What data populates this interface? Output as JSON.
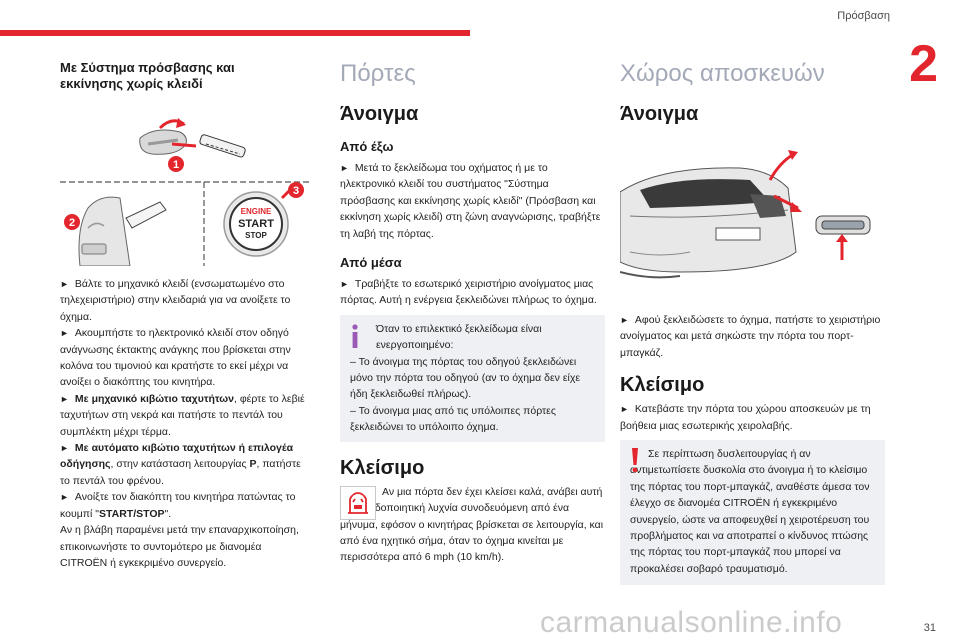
{
  "header": {
    "section_title": "Πρόσβαση",
    "chapter_number": "2",
    "page_number": "31"
  },
  "col1": {
    "heading": "Με Σύστημα πρόσβασης και εκκίνησης χωρίς κλειδί",
    "figure": {
      "callout_1": "1",
      "callout_2": "2",
      "callout_3": "3",
      "button_line1": "ENGINE",
      "button_line2": "START",
      "button_line3": "STOP"
    },
    "p1": "Βάλτε το μηχανικό κλειδί (ενσωματωμένο στο τηλεχειριστήριο) στην κλειδαριά για να ανοίξετε το όχημα.",
    "p2": "Ακουμπήστε το ηλεκτρονικό κλειδί στον οδηγό ανάγνωσης έκτακτης ανάγκης που βρίσκεται στην κολόνα του τιμονιού και κρατήστε το εκεί μέχρι να ανοίξει ο διακόπτης του κινητήρα.",
    "p3_bold": "Με μηχανικό κιβώτιο ταχυτήτων",
    "p3_rest": ", φέρτε το λεβιέ ταχυτήτων στη νεκρά και πατήστε το πεντάλ του συμπλέκτη μέχρι τέρμα.",
    "p4_bold": "Με αυτόματο κιβώτιο ταχυτήτων ή επιλογέα οδήγησης",
    "p4_mid": ", στην κατάσταση λειτουργίας ",
    "p4_P": "P",
    "p4_rest": ", πατήστε το πεντάλ του φρένου.",
    "p5_pre": "Ανοίξτε τον διακόπτη του κινητήρα πατώντας το κουμπί \"",
    "p5_bold": "START/STOP",
    "p5_post": "\".",
    "p6": "Αν η βλάβη παραμένει μετά την επαναρχικοποίηση, επικοινωνήστε το συντομότερο με διανομέα CITROËN ή εγκεκριμένο συνεργείο."
  },
  "col2": {
    "category": "Πόρτες",
    "open_heading": "Άνοιγμα",
    "outside_heading": "Από έξω",
    "outside_text": "Μετά το ξεκλείδωμα του οχήματος ή με το ηλεκτρονικό κλειδί του συστήματος \"Σύστημα πρόσβασης και εκκίνησης χωρίς κλειδί\" (Πρόσβαση και εκκίνηση χωρίς κλειδί) στη ζώνη αναγνώρισης, τραβήξτε τη λαβή της πόρτας.",
    "inside_heading": "Από μέσα",
    "inside_text": "Τραβήξτε το εσωτερικό χειριστήριο ανοίγματος μιας πόρτας. Αυτή η ενέργεια ξεκλειδώνει πλήρως το όχημα.",
    "info_line1": "Όταν το επιλεκτικό ξεκλείδωμα είναι ενεργοποιημένο:",
    "info_line2": "–  Το άνοιγμα της πόρτας του οδηγού ξεκλειδώνει μόνο την πόρτα του οδηγού (αν το όχημα δεν είχε ήδη ξεκλειδωθεί πλήρως).",
    "info_line3": "–  Το άνοιγμα μιας από τις υπόλοιπες πόρτες ξεκλειδώνει το υπόλοιπο όχημα.",
    "close_heading": "Κλείσιμο",
    "close_text": "Αν μια πόρτα δεν έχει κλείσει καλά, ανάβει αυτή η προειδοποιητική λυχνία συνοδευόμενη από ένα μήνυμα, εφόσον ο κινητήρας βρίσκεται σε λειτουργία, και από ένα ηχητικό σήμα, όταν το όχημα κινείται με περισσότερα από 6 mph (10 km/h)."
  },
  "col3": {
    "category": "Χώρος αποσκευών",
    "open_heading": "Άνοιγμα",
    "open_text": "Αφού ξεκλειδώσετε το όχημα, πατήστε το χειριστήριο ανοίγματος και μετά σηκώστε την πόρτα του πορτ-μπαγκάζ.",
    "close_heading": "Κλείσιμο",
    "close_text": "Κατεβάστε την πόρτα του χώρου αποσκευών με τη βοήθεια μιας εσωτερικής χειρολαβής.",
    "warn_text": "Σε περίπτωση δυσλειτουργίας ή αν αντιμετωπίσετε δυσκολία στο άνοιγμα ή το κλείσιμο της πόρτας του πορτ-μπαγκάζ, αναθέστε άμεσα τον έλεγχο σε διανομέα CITROËN ή εγκεκριμένο συνεργείο, ώστε να αποφευχθεί η χειροτέρευση του προβλήματος και να αποτραπεί ο κίνδυνος πτώσης της πόρτας του πορτ-μπαγκάζ που μπορεί να προκαλέσει σοβαρό τραυματισμό."
  },
  "watermark": "carmanualsonline.info",
  "colors": {
    "accent_red": "#e3262d",
    "category_gray": "#a3a9b7",
    "box_bg": "#eef0f3",
    "info_purple": "#9b59b6"
  }
}
